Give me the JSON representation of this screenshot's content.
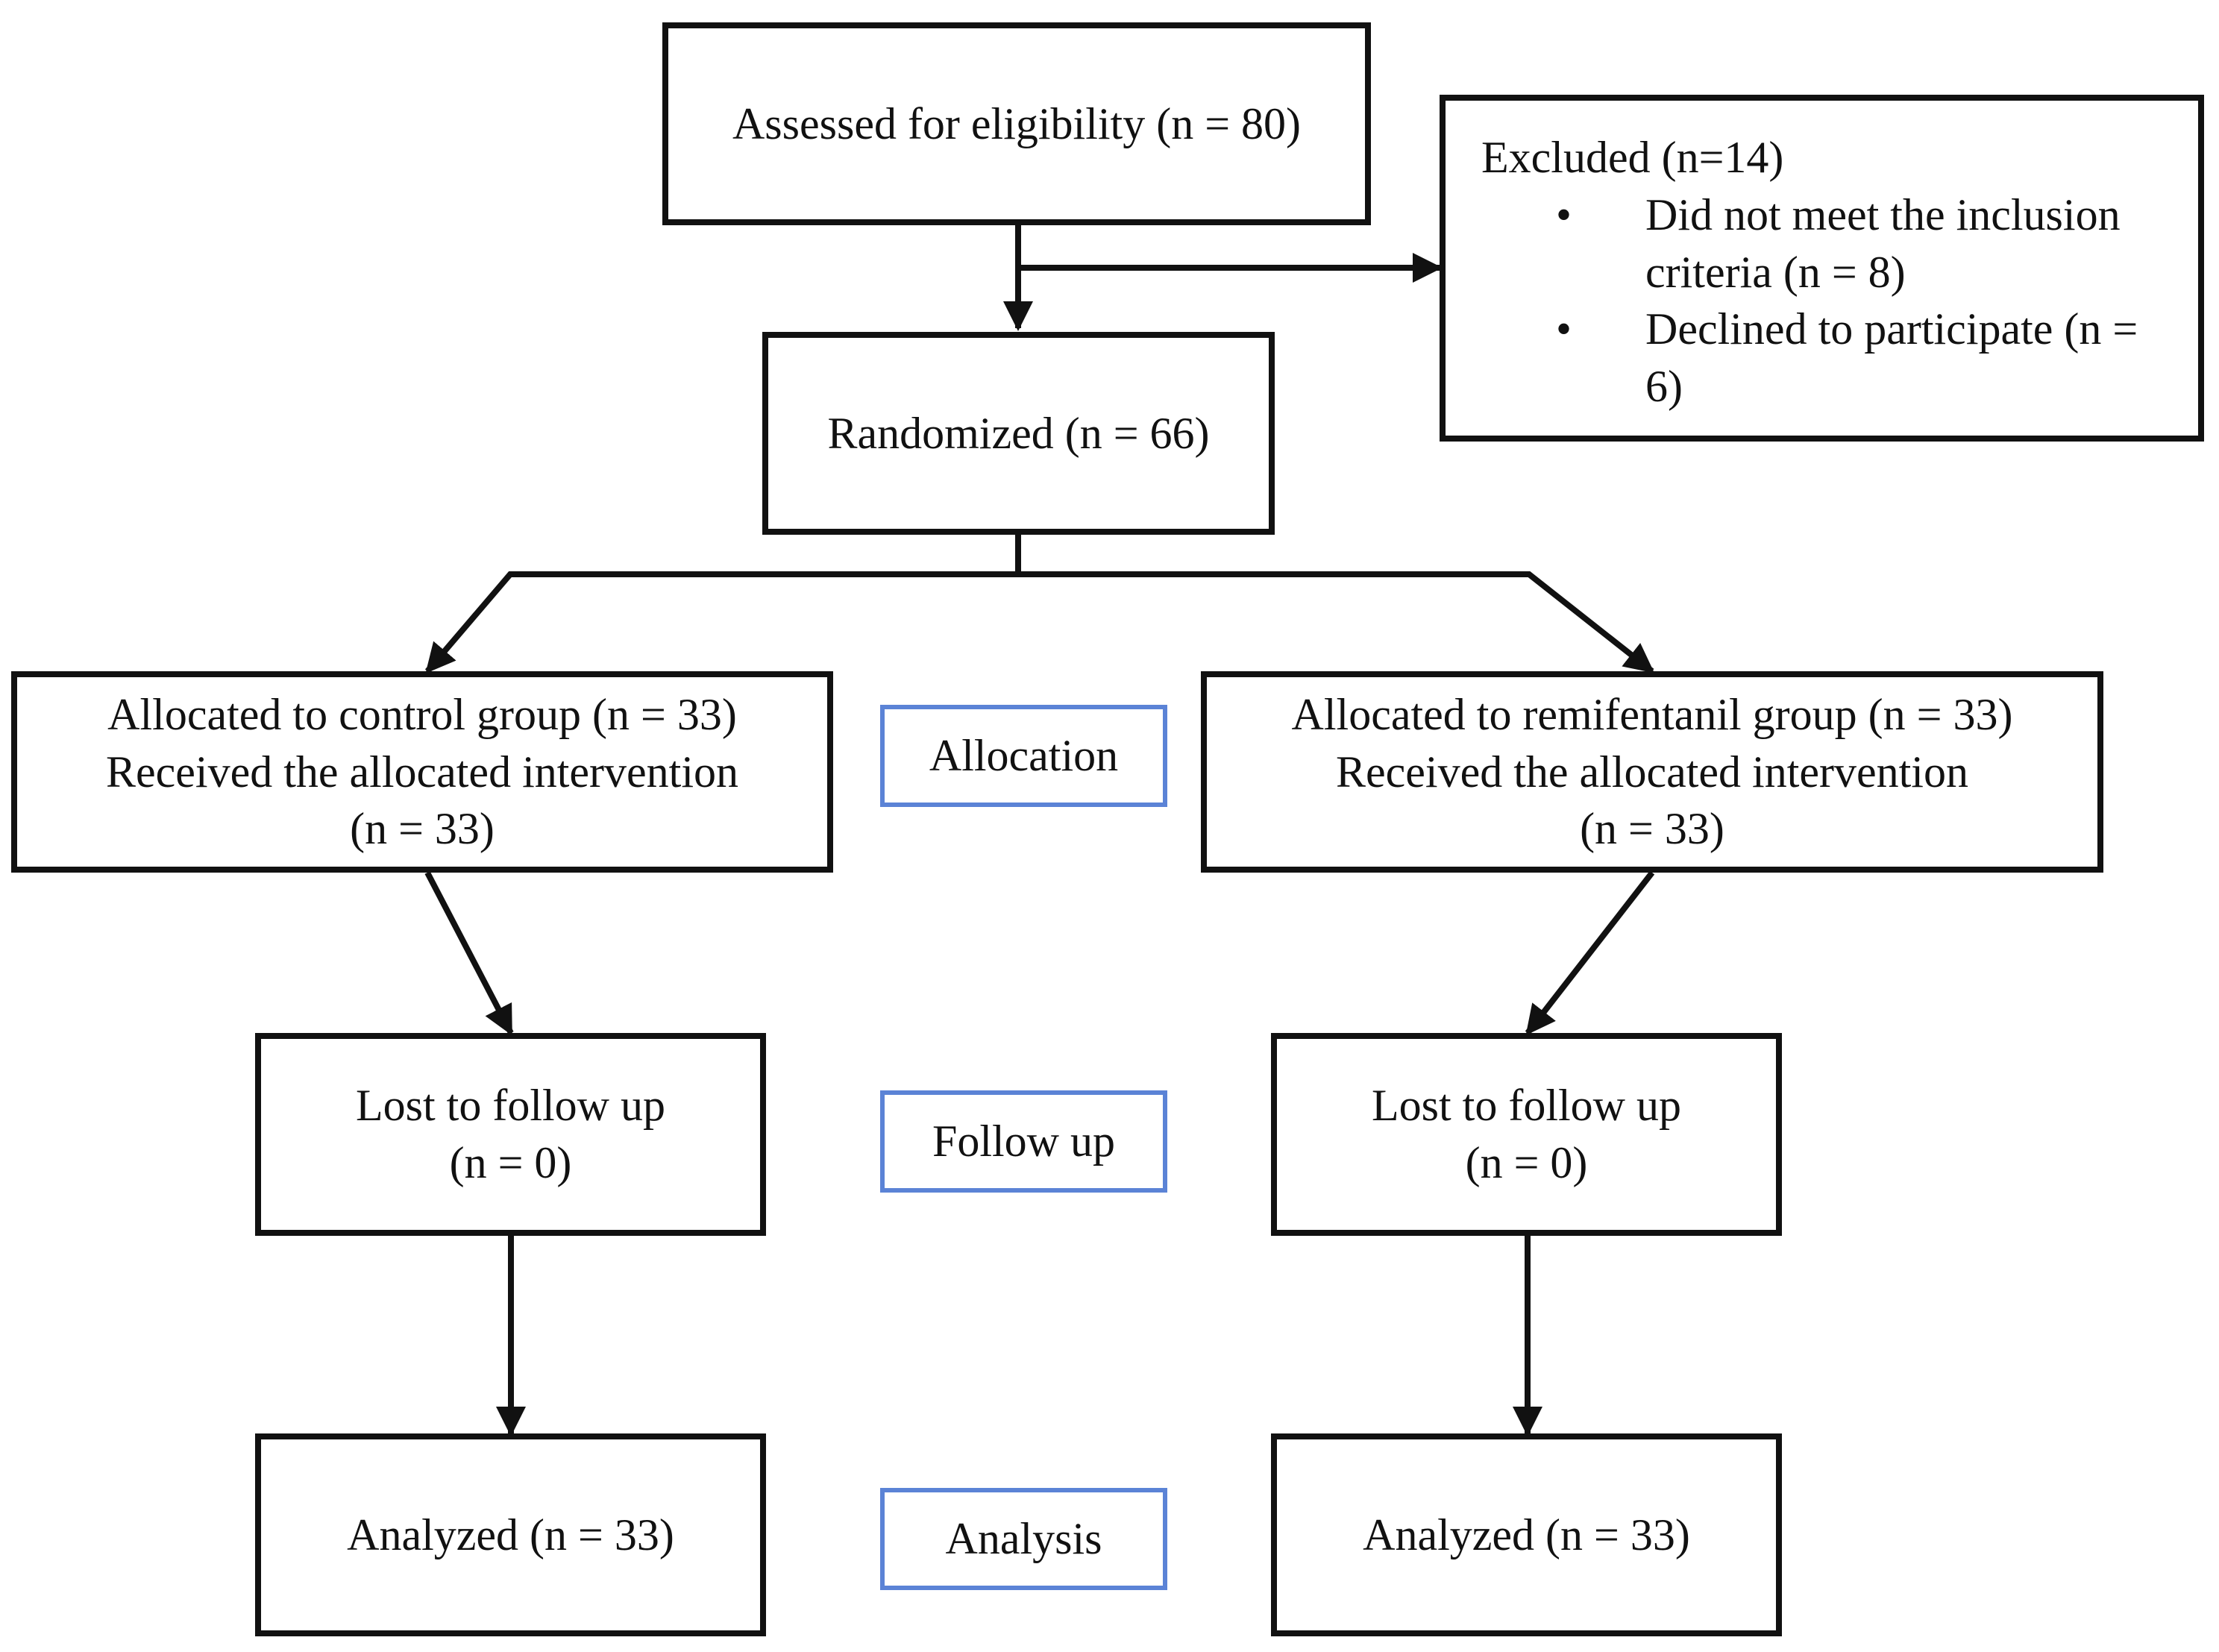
{
  "flowchart": {
    "enrollment": {
      "assessed": "Assessed for eligibility (n = 80)",
      "excluded": {
        "title": "Excluded (n=14)",
        "reasons": [
          "Did not meet the inclusion criteria (n = 8)",
          "Declined to participate (n = 6)"
        ]
      },
      "randomized": "Randomized (n = 66)"
    },
    "stages": {
      "allocation": "Allocation",
      "follow_up": "Follow up",
      "analysis": "Analysis"
    },
    "control_arm": {
      "allocation_lines": [
        "Allocated to control group (n = 33)",
        "Received the allocated intervention",
        "(n = 33)"
      ],
      "follow_up_lines": [
        "Lost to follow up",
        "(n = 0)"
      ],
      "analysis": "Analyzed (n = 33)"
    },
    "remifentanil_arm": {
      "allocation_lines": [
        "Allocated to remifentanil group (n = 33)",
        "Received the allocated intervention",
        "(n = 33)"
      ],
      "follow_up_lines": [
        "Lost to follow up",
        "(n = 0)"
      ],
      "analysis": "Analyzed (n = 33)"
    }
  },
  "colors": {
    "box_border": "#111111",
    "stage_border": "#5b83d6",
    "arrow": "#111111"
  }
}
